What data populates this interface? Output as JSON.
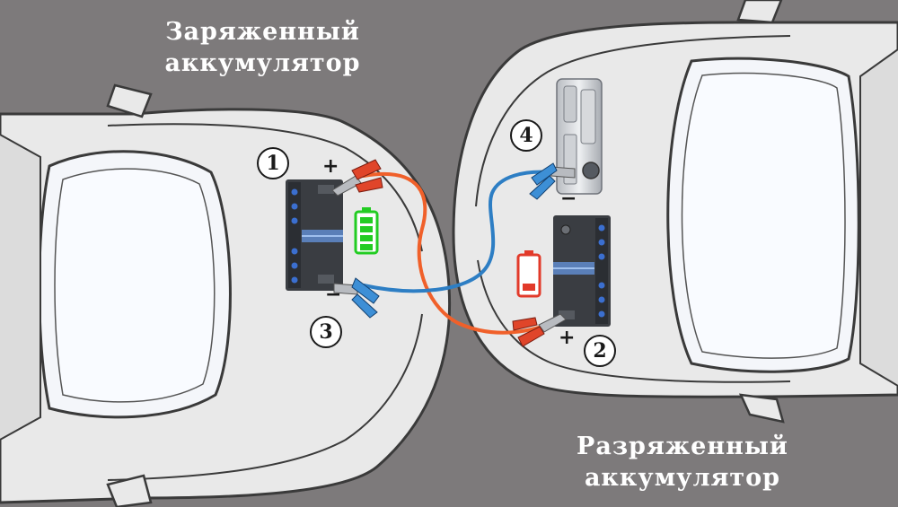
{
  "labels": {
    "charged": [
      "Заряженный",
      "аккумулятор"
    ],
    "discharged": [
      "Разряженный",
      "аккумулятор"
    ]
  },
  "steps": {
    "one": "1",
    "two": "2",
    "three": "3",
    "four": "4"
  },
  "polarity": {
    "plus": "+",
    "minus": "−"
  },
  "colors": {
    "background": "#7d7a7b",
    "car_body": "#e9e9e9",
    "outline": "#3a3a3a",
    "glass": "#f4f6fa",
    "positive_cable": "#f0602a",
    "negative_cable": "#2d7ec4",
    "battery_case": "#3a3d42",
    "battery_full": "#22cc22",
    "battery_low": "#e23a2a"
  },
  "icons": [
    "battery-full-icon",
    "battery-low-icon",
    "clamp-red-icon",
    "clamp-blue-icon",
    "engine-block-icon"
  ]
}
